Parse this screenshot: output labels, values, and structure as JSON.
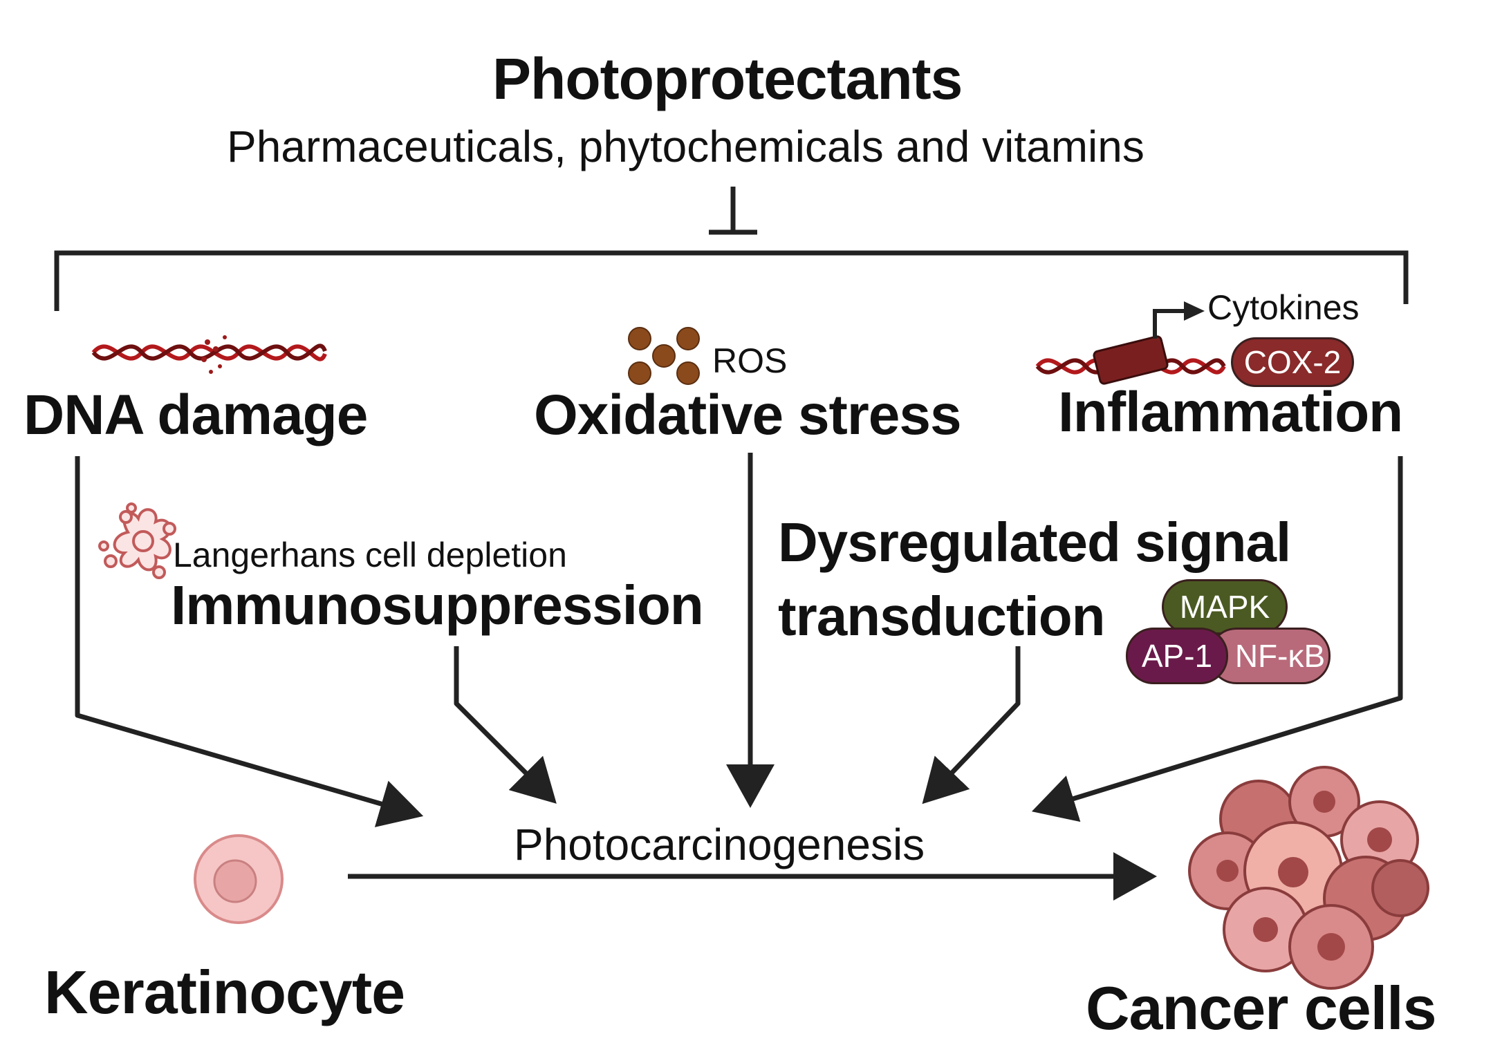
{
  "title": "Photoprotectants",
  "subtitle": "Pharmaceuticals, phytochemicals and vitamins",
  "factors": {
    "dna_damage": "DNA damage",
    "oxidative_stress": "Oxidative stress",
    "ros": "ROS",
    "inflammation": "Inflammation",
    "cytokines": "Cytokines",
    "cox2": "COX-2",
    "langerhans": "Langerhans cell depletion",
    "immunosuppression": "Immunosuppression",
    "signal_line1": "Dysregulated signal",
    "signal_line2": "transduction",
    "mapk": "MAPK",
    "ap1": "AP-1",
    "nfkb": "NF-κB"
  },
  "process": "Photocarcinogenesis",
  "start_cell": "Keratinocyte",
  "end_cell": "Cancer cells",
  "colors": {
    "arrow": "#222222",
    "dna_red": "#b3191c",
    "dna_dark": "#6e0f10",
    "ros_brown": "#8b4a1c",
    "cox2_fill": "#8a2a2a",
    "mapk_fill": "#4b5a22",
    "ap1_fill": "#6a1a4a",
    "nfkb_fill": "#b86a7a",
    "keratinocyte": "#f4b8b8",
    "cancer": "#d98a8a"
  }
}
